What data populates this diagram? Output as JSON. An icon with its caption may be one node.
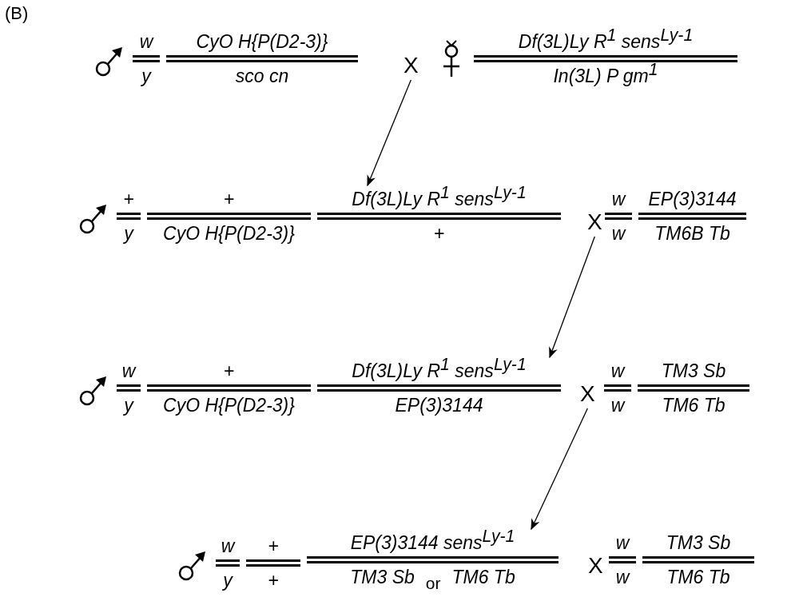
{
  "diagram": {
    "nodes": [
      {
        "text": [
          "w",
          "y",
          "CyO H{P(D2-3)}",
          "sco cn"
        ]
      },
      {
        "text": [
          "X"
        ]
      },
      {
        "text": [
          "Df(3L)Ly R$^{1}$ sens$^{Ly-1}$",
          "In(3L) P gm$^{1}$"
        ]
      },
      {
        "text": [
          "+",
          "y",
          "+",
          "CyO H{P(D2-3)}",
          "Df(3L)Ly R$^{1}$ sens$^{Ly-1}$",
          "+"
        ]
      },
      {
        "text": [
          "X"
        ]
      },
      {
        "text": [
          "w",
          "w",
          "EP(3)3144",
          "TM6B Tb"
        ]
      },
      {
        "text": [
          "w",
          "y",
          "+",
          "CyO H{P(D2-3)}",
          "Df(3L)Ly R$^{1}$ sens$^{Ly-1}$",
          "EP(3)3144"
        ]
      },
      {
        "text": [
          "X"
        ]
      },
      {
        "text": [
          "w",
          "w",
          "TM3 Sb",
          "TM6 Tb"
        ]
      },
      {
        "text": [
          "w",
          "y",
          "+",
          "+",
          "EP(3)3144 sens$^{Ly-1}$",
          "TM3 Sb",
          "or",
          "TM6 Tb"
        ]
      },
      {
        "text": [
          "X"
        ]
      },
      {
        "text": [
          "w",
          "w",
          "TM3 Sb",
          "TM6 Tb"
        ]
      }
    ],
    "edges": [
      {
        "from": 1,
        "to": 3,
        "arrow": "to"
      },
      {
        "from": 4,
        "to": 6,
        "arrow": "to"
      },
      {
        "from": 7,
        "to": 9,
        "arrow": "to"
      }
    ],
    "labels": [
      "(B)"
    ]
  }
}
